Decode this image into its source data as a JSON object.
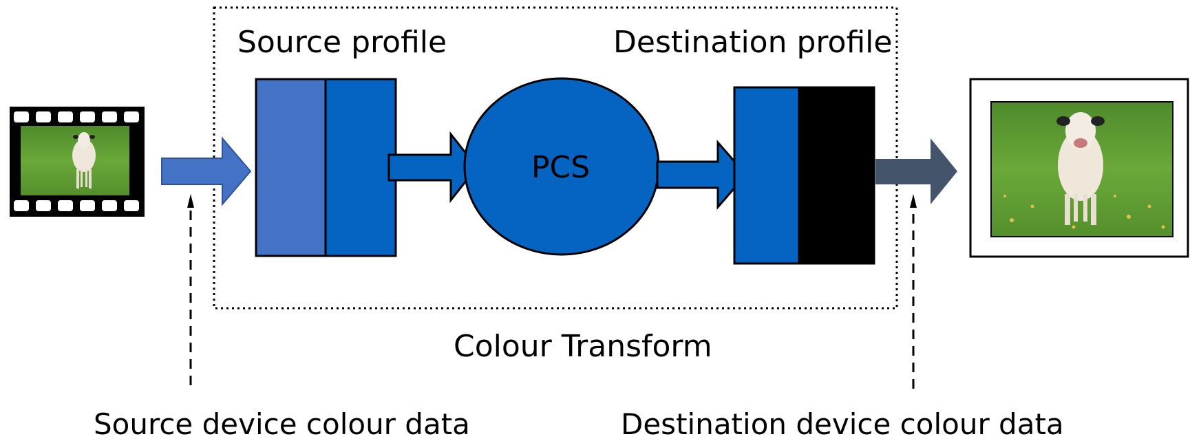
{
  "labels": {
    "source_profile": "Source profile",
    "destination_profile": "Destination profile",
    "pcs": "PCS",
    "colour_transform": "Colour Transform",
    "source_device_colour_data": "Source device colour data",
    "destination_device_colour_data": "Destination device colour data"
  },
  "images": {
    "source": "film-strip-cow-photo",
    "destination": "framed-cow-print"
  },
  "colors": {
    "blue_light": "#4472C4",
    "blue": "#0563C1",
    "black": "#000000",
    "slate": "#44546A",
    "grass": "#5a9a2e",
    "cow": "#efe7da"
  }
}
